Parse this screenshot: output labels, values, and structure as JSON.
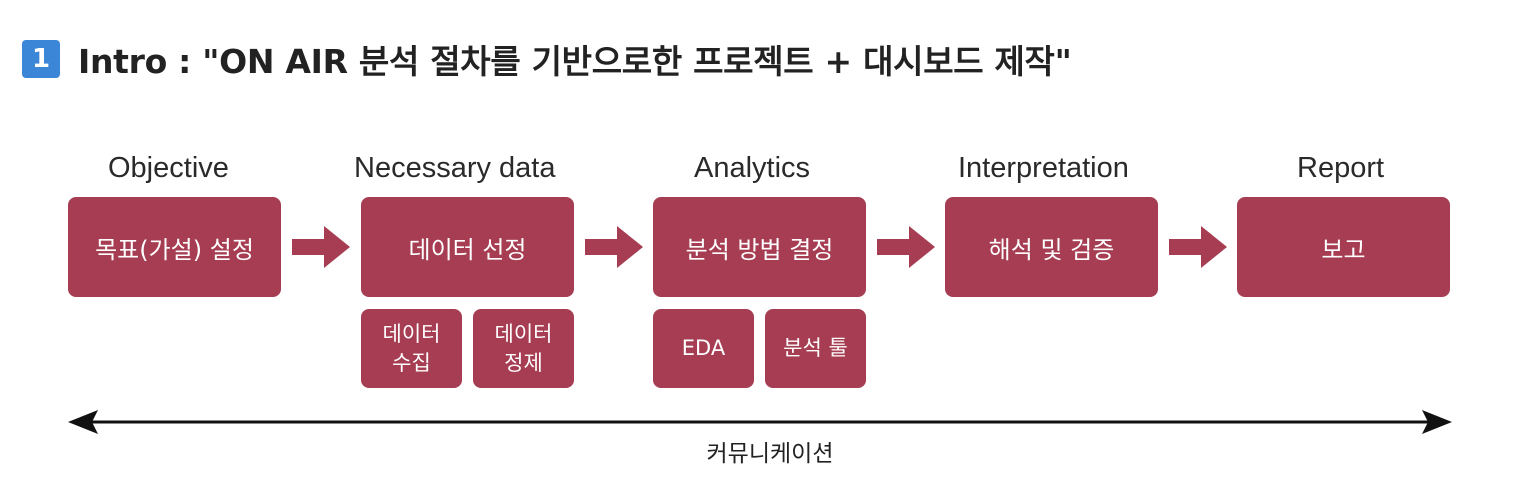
{
  "header": {
    "number": "1",
    "title": "Intro : \"ON AIR 분석 절차를 기반으로한 프로젝트 + 대시보드 제작\""
  },
  "colors": {
    "box": "#a63d52",
    "highlight": "#e6b8bc",
    "badge": "#3b86d6"
  },
  "stages": [
    {
      "label": "Objective",
      "box": "목표(가설) 설정"
    },
    {
      "label": "Necessary data",
      "box": "데이터 선정"
    },
    {
      "label": "Analytics",
      "box": "분석 방법 결정"
    },
    {
      "label": "Interpretation",
      "box": "해석 및 검증"
    },
    {
      "label": "Report",
      "box": "보고"
    }
  ],
  "sub_boxes": {
    "data_collect": "데이터\n수집",
    "data_clean": "데이터\n정제",
    "eda": "EDA",
    "analysis_tool": "분석 툴"
  },
  "communication": {
    "label": "커뮤니케이션",
    "arrow_icon": "double-headed-arrow-icon"
  },
  "step_arrow_icon": "right-arrow-icon"
}
